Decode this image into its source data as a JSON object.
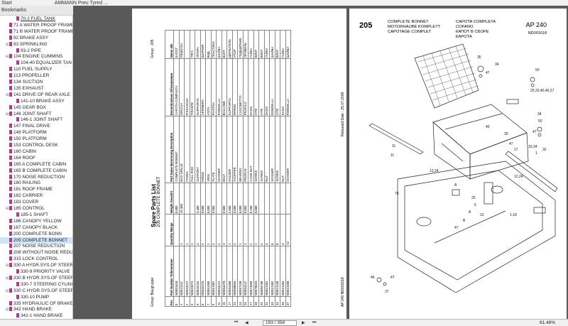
{
  "window": {
    "tab_start": "Start",
    "doc_title": "AMMANN Preu  Tyred ..."
  },
  "bookmarks": {
    "header": "Bookmarks",
    "items": [
      {
        "label": "70-2 FUEL TANK",
        "indent": 2,
        "ul": true
      },
      {
        "label": "71 A WATER PROOF FRAME",
        "indent": 1
      },
      {
        "label": "71 B WATER PROOF FRAME",
        "indent": 1
      },
      {
        "label": "92 BRAKE ASSY",
        "indent": 1
      },
      {
        "label": "93 SPRINKLING",
        "indent": 1,
        "tw": "⊟"
      },
      {
        "label": "93-2 PIPE",
        "indent": 2
      },
      {
        "label": "104 ENGINE CUMMINS",
        "indent": 1,
        "tw": "⊟"
      },
      {
        "label": "104-40 EQUALIZER TAN",
        "indent": 2
      },
      {
        "label": "110 FUEL SUPPLY",
        "indent": 1
      },
      {
        "label": "113 PROPELLER",
        "indent": 1
      },
      {
        "label": "134 SUCTION",
        "indent": 1
      },
      {
        "label": "135 EXHAUST",
        "indent": 1
      },
      {
        "label": "141 DRIVE OF REAR AXLE",
        "indent": 1,
        "tw": "⊟"
      },
      {
        "label": "141-10 BRAKE ASSY",
        "indent": 2
      },
      {
        "label": "145 GEAR BOX",
        "indent": 1
      },
      {
        "label": "146 JOINT SHAFT",
        "indent": 1,
        "tw": "⊟"
      },
      {
        "label": "146-1 JOINT SHAFT",
        "indent": 2
      },
      {
        "label": "147 FINAL DRIVE",
        "indent": 1
      },
      {
        "label": "148 PLATFORM",
        "indent": 1
      },
      {
        "label": "150 PLATFORM",
        "indent": 1
      },
      {
        "label": "153 CONTROL DESK",
        "indent": 1
      },
      {
        "label": "160 CABIN",
        "indent": 1
      },
      {
        "label": "164 ROOF",
        "indent": 1
      },
      {
        "label": "165 A COMPLETE CABIN",
        "indent": 1
      },
      {
        "label": "165 B COMPLETE CABIN",
        "indent": 1
      },
      {
        "label": "170 NOISE REDUCTION",
        "indent": 1
      },
      {
        "label": "180 RAILING",
        "indent": 1
      },
      {
        "label": "181 ROOF FRAME",
        "indent": 1
      },
      {
        "label": "182 CARRIER",
        "indent": 1
      },
      {
        "label": "183 COVER",
        "indent": 1
      },
      {
        "label": "185 CONTROL",
        "indent": 1,
        "tw": "⊟"
      },
      {
        "label": "185-1 SHAFT",
        "indent": 2
      },
      {
        "label": "186 CANOPY YELLOW",
        "indent": 1
      },
      {
        "label": "187 CANOPY BLACK",
        "indent": 1
      },
      {
        "label": "200 COMPLETE BONN",
        "indent": 1
      },
      {
        "label": "205 COMPLETE BONNET",
        "indent": 1,
        "sel": true
      },
      {
        "label": "207 NOISE REDUCTION",
        "indent": 1
      },
      {
        "label": "208 WITHOUT NOISE REDU",
        "indent": 1
      },
      {
        "label": "315 LOCK CONTROL",
        "indent": 1
      },
      {
        "label": "330 A HYDR.SYS.OF STEER",
        "indent": 1,
        "tw": "⊟"
      },
      {
        "label": "330-9 PRIORITY VALVE",
        "indent": 2
      },
      {
        "label": "330 B HYDR.SYS.OF STEER",
        "indent": 1,
        "tw": "⊟"
      },
      {
        "label": "330-7 STEERING CYLINI",
        "indent": 2
      },
      {
        "label": "330 C HYDR.SYS.OF STEER",
        "indent": 1,
        "tw": "⊟"
      },
      {
        "label": "330-10 PUMP",
        "indent": 2
      },
      {
        "label": "335 HYDRAULIC OF BRAKES",
        "indent": 1
      },
      {
        "label": "342 HAND BRAKE",
        "indent": 1,
        "tw": "⊟"
      },
      {
        "label": "342-1 HAND BRAKE",
        "indent": 2
      }
    ]
  },
  "parts_list": {
    "title": "Spare Parts List",
    "subtitle": "205 COMPLETE BONNET",
    "group_label": "Group:\nBaugruppe:",
    "group_right": "Group : 205",
    "release": "Released Date : 25.07.2009",
    "footer": "AP 240  ND001618",
    "headers": [
      "Pos",
      "Part Number\nTeilenummer",
      "Quantity\nMenge",
      "Weight\nGewicht",
      "Part Name\nBenennung\nDescription",
      "Denominazione\nOбoзначение",
      "Nome alle"
    ],
    "rows": [
      [
        "0",
        "ND001618",
        "",
        "0,000",
        "COMPLETE BONNET",
        "CAPOTA COMPLETA",
        "КАПОТ"
      ],
      [
        "1",
        "ND021112",
        "1",
        "15,300",
        "BAG GRILLE",
        "GRIGLIA",
        "РЕШЕТКА"
      ],
      [
        "2",
        "ND023372",
        "1",
        "",
        "FIXING",
        "FISSAGGIO",
        ""
      ],
      [
        "3",
        "ND023372",
        "1",
        "",
        "FULL ROD",
        "TIRANTE",
        "ТЯГА"
      ],
      [
        "5",
        "ND032110",
        "2",
        "3,400",
        "SUPPORT",
        "SUPPORTO",
        "ОПОРА"
      ],
      [
        "6",
        "ND032376",
        "2",
        "0,000",
        "HINGE",
        "CERNIERA",
        "ШАРНИР"
      ],
      [
        "7",
        "ND051389",
        "1",
        "0,000",
        "VIEW",
        "VISTA",
        "ВИД"
      ],
      [
        "9",
        "ND017887",
        "2",
        "0,000",
        "PLATE",
        "PIASTRA",
        "ПЛАСТИНА"
      ],
      [
        "11",
        "ND034121",
        "1",
        "",
        "WASHER",
        "RONDELLA",
        "ШАЙБА"
      ],
      [
        "15",
        "ND054370",
        "3",
        "0,000",
        "BOLT",
        "BULLONE",
        "БОЛТ"
      ],
      [
        "17",
        "ND054386",
        "1",
        "2,600",
        "HOLDER",
        "SUPPORTO",
        "ДЕРЖАТЕЛЬ"
      ],
      [
        "23",
        "ND058834",
        "2",
        "0,000",
        "STOPPER",
        "FERMO",
        "УПОР"
      ],
      [
        "24",
        "ND057238",
        "1",
        "0,000",
        "BEARING",
        "CUSCINETTO",
        "ПОДШИПНИК"
      ],
      [
        "25",
        "ND054147",
        "1",
        "0,000",
        "PROFILE",
        "PROFILO",
        "ПРОФИЛЬ"
      ],
      [
        "27",
        "ND074899",
        "2",
        "0,280",
        "CAGE NUT",
        "DADO",
        "ГАЙКА"
      ],
      [
        "28",
        "ND070615",
        "1",
        "0,000",
        "SCREW",
        "VITE",
        "ВИНТ"
      ],
      [
        "31",
        "ND084788",
        "4",
        "",
        "SCREW",
        "VITE",
        "ВИНТ"
      ],
      [
        "32",
        "ND021302",
        "4",
        "",
        "NUT",
        "DADO",
        "ГАЙКА"
      ],
      [
        "33",
        "ND021302",
        "8",
        "",
        "WASHER",
        "RONDELLA",
        "ШАЙБА"
      ],
      [
        "34",
        "ND021340",
        "8",
        "",
        "SCREW",
        "VITE",
        "ВИНТ"
      ],
      [
        "35",
        "ND021364",
        "4",
        "",
        "NUT",
        "DADO",
        "ГАЙКА"
      ],
      [
        "37",
        "ND021398",
        "14",
        "",
        "WASHER",
        "RONDELLA",
        "ШАЙБА"
      ]
    ]
  },
  "drawing": {
    "group_number": "205",
    "names_col1": [
      "COMPLETE BONNET",
      "MOTORHAUBE KOMPLETT",
      "CAPOTAGE COMPLET"
    ],
    "names_col2": [
      "CAPOTA COMPLETA",
      "COFANO",
      "КАПОТ В СБОРЕ",
      "КАРОТА"
    ],
    "model": "AP 240",
    "doc_number": "ND001618",
    "callouts": [
      "35",
      "34",
      "47",
      "50",
      "25,33,40,46,27",
      "34",
      "50",
      "47",
      "11",
      "40",
      "35",
      "47",
      "17",
      "33,34",
      "32",
      "1",
      "11",
      "12,24",
      "12,24",
      "A",
      "70",
      "1,18",
      "47",
      "46",
      "47",
      "37",
      "25",
      "A",
      "5",
      "12",
      "B"
    ]
  },
  "status": {
    "page_display": "193 / 358",
    "zoom": "81.46%"
  }
}
